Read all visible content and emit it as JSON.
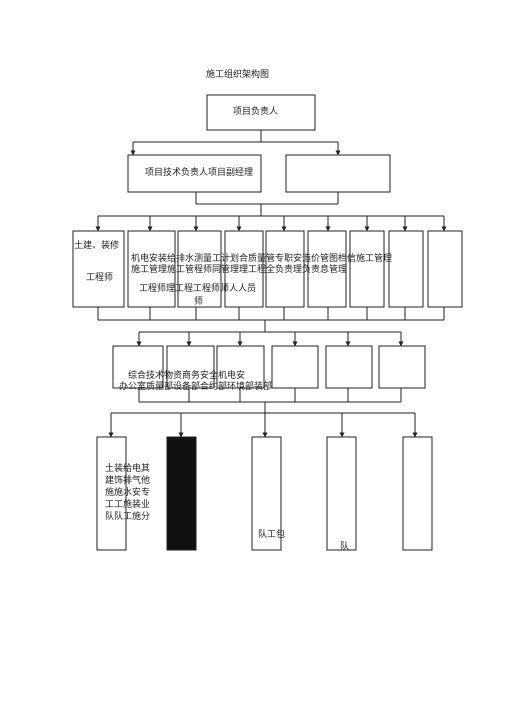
{
  "title": "施工组织架构图",
  "top_box": "项目负责人",
  "level2": {
    "left": "项目技术负责人项目副经理"
  },
  "level3": {
    "col1_line1": "土建、装修",
    "col1_line2": "工程师",
    "row1": "机电安装给排水测量工计划合质量管专职安造价管图档信施工管理",
    "row2": "施工管理施工管程师同管理理工程全负责理负责息管理",
    "row3": "工程师理工程工程师师人人员",
    "row4": "师"
  },
  "level4": {
    "row1": "综合技术物资商务安全机电安",
    "row2": "办公室质量部设备部合约部环境部装部"
  },
  "level5": {
    "col1": "土装给电其\n建饰排气他\n施施水安专\n工工施装业\n队队工施分",
    "col3": "队工包",
    "col4": "队"
  }
}
